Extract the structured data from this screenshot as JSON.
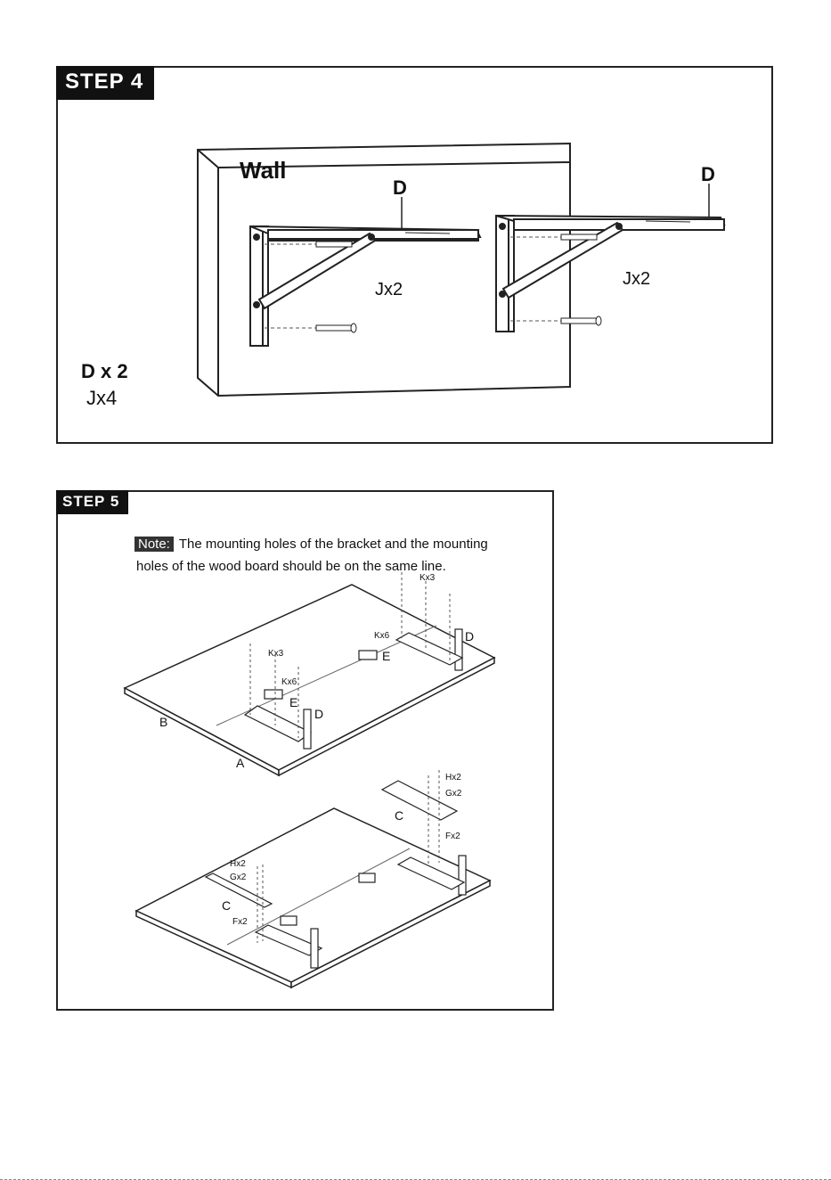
{
  "step4": {
    "title": "STEP 4",
    "wall_label": "Wall",
    "bracket_left_label": "D",
    "bracket_right_label": "D",
    "screws_left": "Jx2",
    "screws_right": "Jx2",
    "parts_d": "D x 2",
    "parts_j": "Jx4"
  },
  "step5": {
    "title": "STEP 5",
    "note_tag": "Note:",
    "note_line1": "The mounting holes of the bracket and the mounting",
    "note_line2": "holes of the wood board should be on the same line.",
    "upper": {
      "kx3_right": "Kx3",
      "kx6_right": "Kx6",
      "e_right": "E",
      "d_right": "D",
      "kx3_left": "Kx3",
      "kx6_left": "Kx6",
      "e_left": "E",
      "d_left": "D",
      "board_b": "B",
      "board_a": "A"
    },
    "lower": {
      "hx2_right": "Hx2",
      "gx2_right": "Gx2",
      "c_right": "C",
      "fx2_right": "Fx2",
      "hx2_left": "Hx2",
      "gx2_left": "Gx2",
      "c_left": "C",
      "fx2_left": "Fx2"
    }
  }
}
